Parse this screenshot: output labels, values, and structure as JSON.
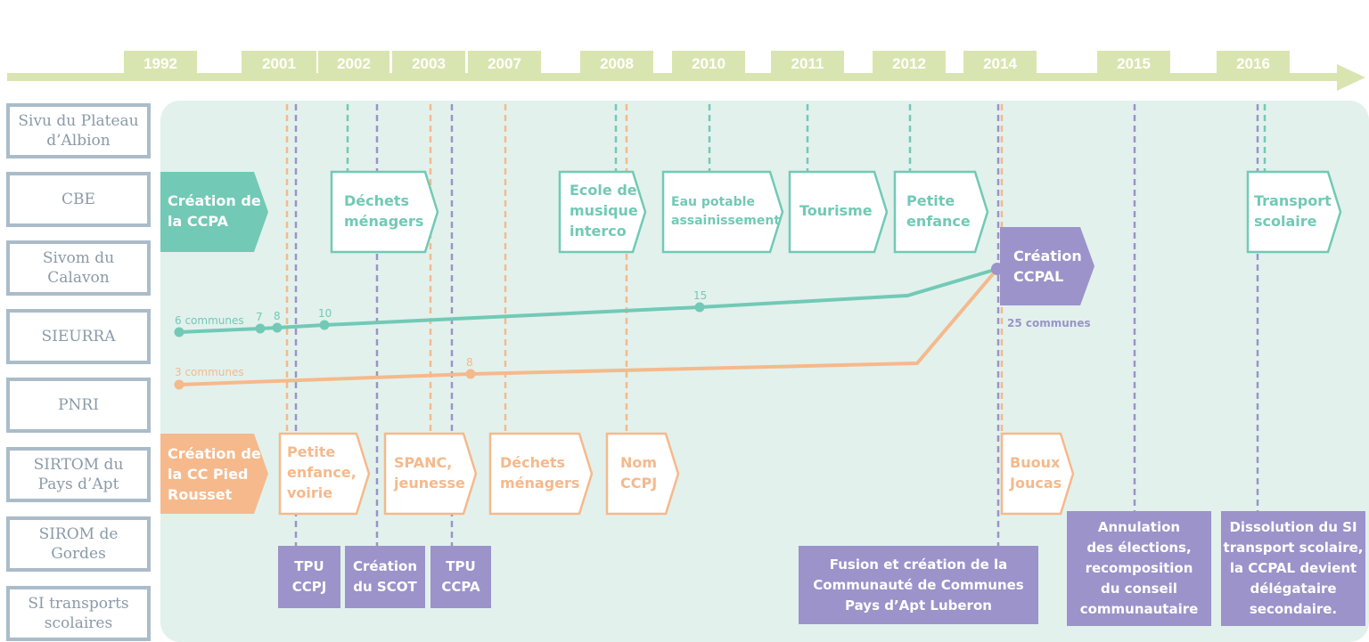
{
  "years": [
    "1992",
    "2001",
    "2002",
    "2003",
    "2007",
    "2008",
    "2010",
    "2011",
    "2012",
    "2014",
    "2015",
    "2016"
  ],
  "organizations": [
    "Sivu du Plateau\nd’Albion",
    "CBE",
    "Sivom du\nCalavon",
    "SIEURRA",
    "PNRI",
    "SIRTOM du\nPays d’Apt",
    "SIROM de\nGordes",
    "SI transports\nscolaires"
  ],
  "ccpa": {
    "creation": "Création de\nla CCPA",
    "dechets": "Déchets\nménagers",
    "ecole": "Ecole de\nmusique\ninterco",
    "eau": "Eau potable\nassainissement",
    "tourisme": "Tourisme",
    "petite_enfance": "Petite\nenfance"
  },
  "ccpj": {
    "creation": "Création de\nla CC Pied\nRousset",
    "petite_enfance": "Petite\nenfance,\nvoirie",
    "spanc": "SPANC,\njeunesse",
    "dechets": "Déchets\nménagers",
    "nom": "Nom\nCCPJ",
    "buoux": "Buoux\nJoucas"
  },
  "ccpal": {
    "creation": "Création\nCCPAL",
    "communes": "25 communes",
    "transport": "Transport\nscolaire"
  },
  "events": {
    "tpu_ccpj": "TPU\nCCPJ",
    "scot": "Création\ndu SCOT",
    "tpu_ccpa": "TPU\nCCPA",
    "fusion": "Fusion et création de la\nCommunauté de Communes\nPays d’Apt Luberon",
    "annulation": "Annulation\ndes élections,\nrecomposition\ndu conseil\ncommunautaire",
    "dissolution": "Dissolution du SI\ntransport scolaire,\nla CCPAL devient\ndélégataire\nsecondaire."
  },
  "chart_data": {
    "type": "line",
    "series": [
      {
        "labels": [
          "6 communes",
          "7",
          "8",
          "10",
          "15"
        ],
        "values": [
          6,
          7,
          8,
          10,
          15,
          25
        ]
      },
      {
        "labels": [
          "3 communes",
          "8"
        ],
        "values": [
          3,
          8,
          25
        ]
      }
    ]
  },
  "colors": {
    "teal": "#72c9b6",
    "orange": "#f5b98c",
    "purple": "#9b93c9",
    "green": "#d9e5b0",
    "bg": "#e2f1ec",
    "gray": "#aabcc9"
  }
}
